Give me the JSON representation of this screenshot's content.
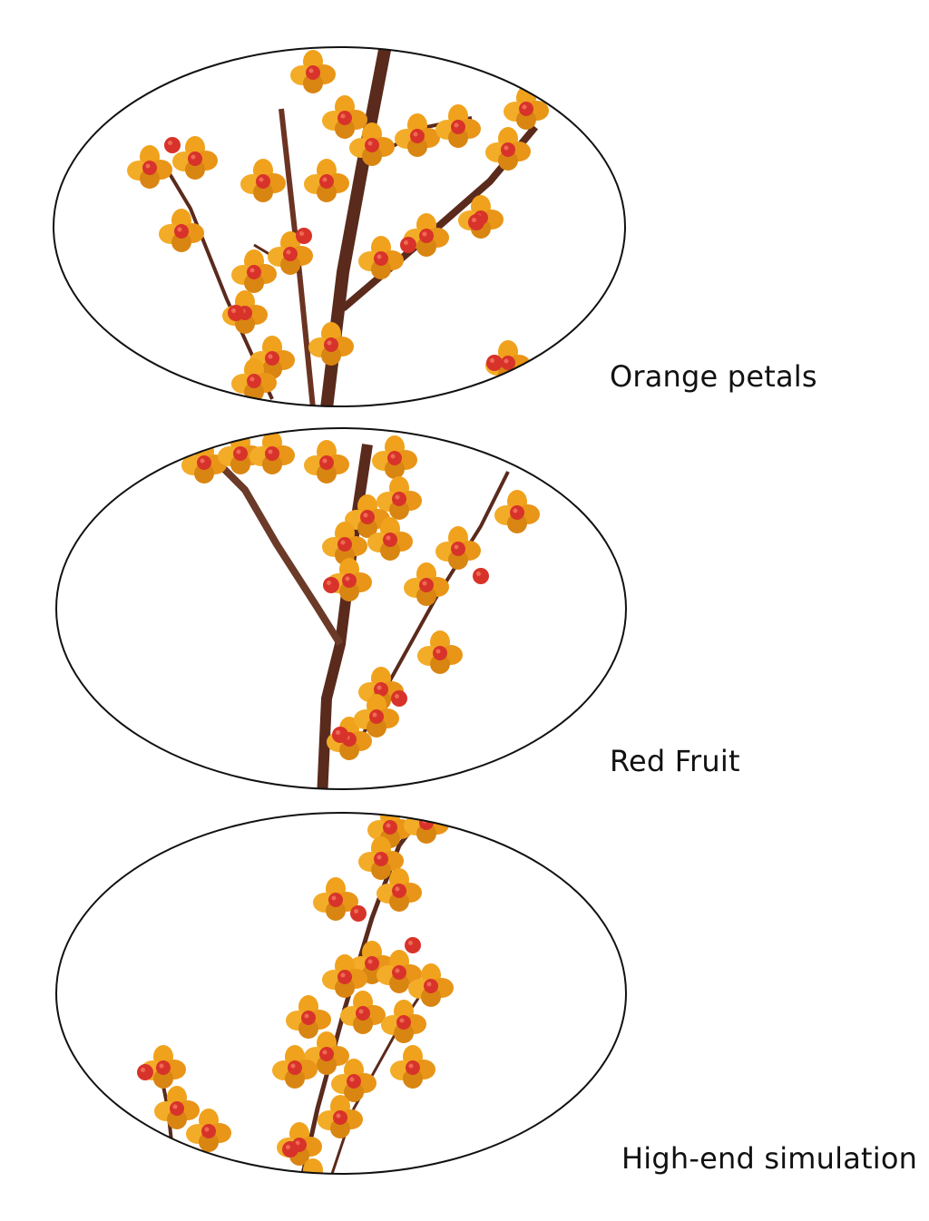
{
  "panels": [
    {
      "caption": "Orange petals",
      "subject": "flower-icon"
    },
    {
      "caption": "Red Fruit",
      "subject": "berry-icon"
    },
    {
      "caption": "High-end simulation",
      "subject": "branch-icon"
    }
  ],
  "colors": {
    "background": "#ffffff",
    "ellipse_stroke": "#111111",
    "petal": "#f0a21c",
    "petal_shade": "#d98512",
    "berry": "#d8332a",
    "branch": "#5a2a1c"
  }
}
